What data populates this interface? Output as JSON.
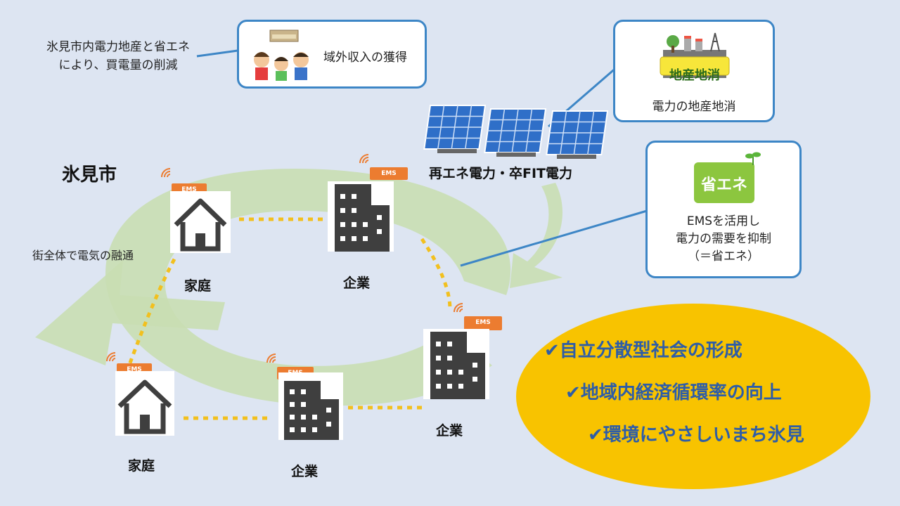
{
  "city_label": "氷見市",
  "top_left_note": [
    "氷見市内電力地産と省エネ",
    "により、買電量の削減"
  ],
  "callout_income": {
    "label": "域外収入の獲得",
    "icon": "people-with-money-icon"
  },
  "callout_local": {
    "badge": "地産地消",
    "label": "電力の地産地消",
    "icon": "local-production-icon"
  },
  "renewable_label": "再エネ電力・卒FIT電力",
  "callout_ems": {
    "badge": "省エネ",
    "lines": [
      "EMSを活用し",
      "電力の需要を抑制",
      "（＝省エネ）"
    ]
  },
  "flow_label": "街全体で電気の融通",
  "ems_tag": "EMS",
  "nodes": [
    {
      "type": "house",
      "label": "家庭"
    },
    {
      "type": "building",
      "label": "企業"
    },
    {
      "type": "building",
      "label": "企業"
    },
    {
      "type": "building",
      "label": "企業"
    },
    {
      "type": "house",
      "label": "家庭"
    }
  ],
  "benefits": {
    "check": "✔",
    "items": [
      "自立分散型社会の形成",
      "地域内経済循環率の向上",
      "環境にやさしいまち氷見"
    ]
  },
  "colors": {
    "background": "#dde5f2",
    "ring": "#c9deb3",
    "callout_border": "#3d86c6",
    "ems_tag": "#ec7c30",
    "dots": "#f2c01e",
    "ellipse": "#f8c300",
    "check_text": "#2e5da7",
    "solar": "#2f6fc8"
  }
}
